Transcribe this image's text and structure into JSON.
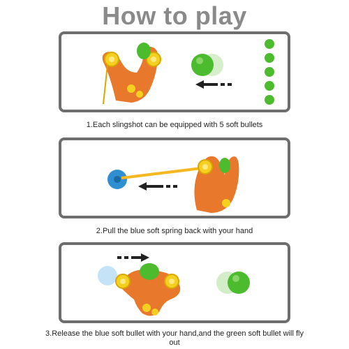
{
  "title": "How to play",
  "steps": [
    {
      "text": "1.Each slingshot can be equipped with 5 soft bullets"
    },
    {
      "text": "2.Pull the blue soft spring back with your hand"
    },
    {
      "text": "3.Release the blue soft bullet with your hand,and the green soft bullet will fly out"
    }
  ],
  "colors": {
    "frame": "#6e6e6e",
    "title": "#8a8a8a",
    "slingshot": "#e8782c",
    "green_ball": "#4dbb2e",
    "blue_disc": "#2f8fd0",
    "yellow": "#f5d020"
  }
}
